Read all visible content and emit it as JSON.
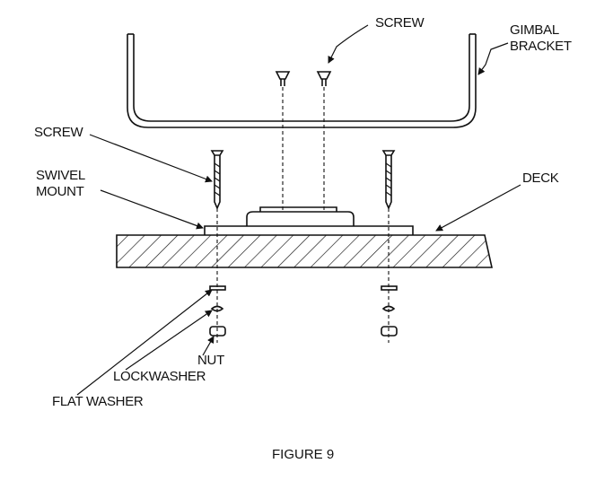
{
  "labels": {
    "screw_top": "SCREW",
    "gimbal_line1": "GIMBAL",
    "gimbal_line2": "BRACKET",
    "screw_left": "SCREW",
    "swivel_line1": "SWIVEL",
    "swivel_line2": "MOUNT",
    "deck": "DECK",
    "nut": "NUT",
    "lockwasher": "LOCKWASHER",
    "flat_washer": "FLAT WASHER"
  },
  "caption": "FIGURE 9"
}
